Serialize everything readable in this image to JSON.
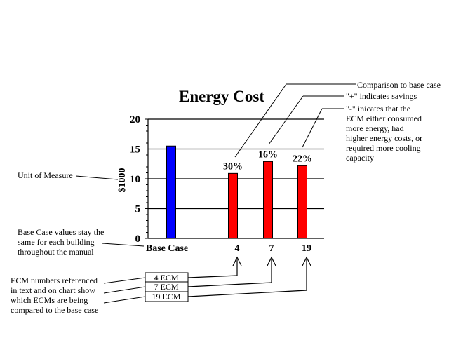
{
  "chart_data": {
    "type": "bar",
    "title": "Energy Cost",
    "ylabel": "$1000",
    "ylim": [
      0,
      20
    ],
    "yticks": [
      0,
      5,
      10,
      15,
      20
    ],
    "grid": true,
    "categories": [
      "Base Case",
      "4",
      "7",
      "19"
    ],
    "values": [
      15.5,
      10.9,
      12.9,
      12.2
    ],
    "colors": [
      "#0000ff",
      "#ff0000",
      "#ff0000",
      "#ff0000"
    ],
    "data_labels": [
      "",
      "30%",
      "16%",
      "22%"
    ]
  },
  "annotations": {
    "comparison": "Comparison to base case",
    "savings": "\"+\" indicates savings",
    "negative": [
      "\"-\" inicates that the",
      "ECM either consumed",
      "more energy, had",
      "higher energy costs, or",
      "required more cooling",
      "capacity"
    ],
    "unit": "Unit of Measure",
    "base_case": [
      "Base Case values stay the",
      "same for each building",
      "throughout the manual"
    ],
    "ecm_ref": [
      "ECM numbers referenced",
      "in text and on chart show",
      "which ECMs are being",
      "compared to the base case"
    ]
  },
  "ecm_box": [
    "4 ECM",
    "7 ECM",
    "19 ECM"
  ]
}
